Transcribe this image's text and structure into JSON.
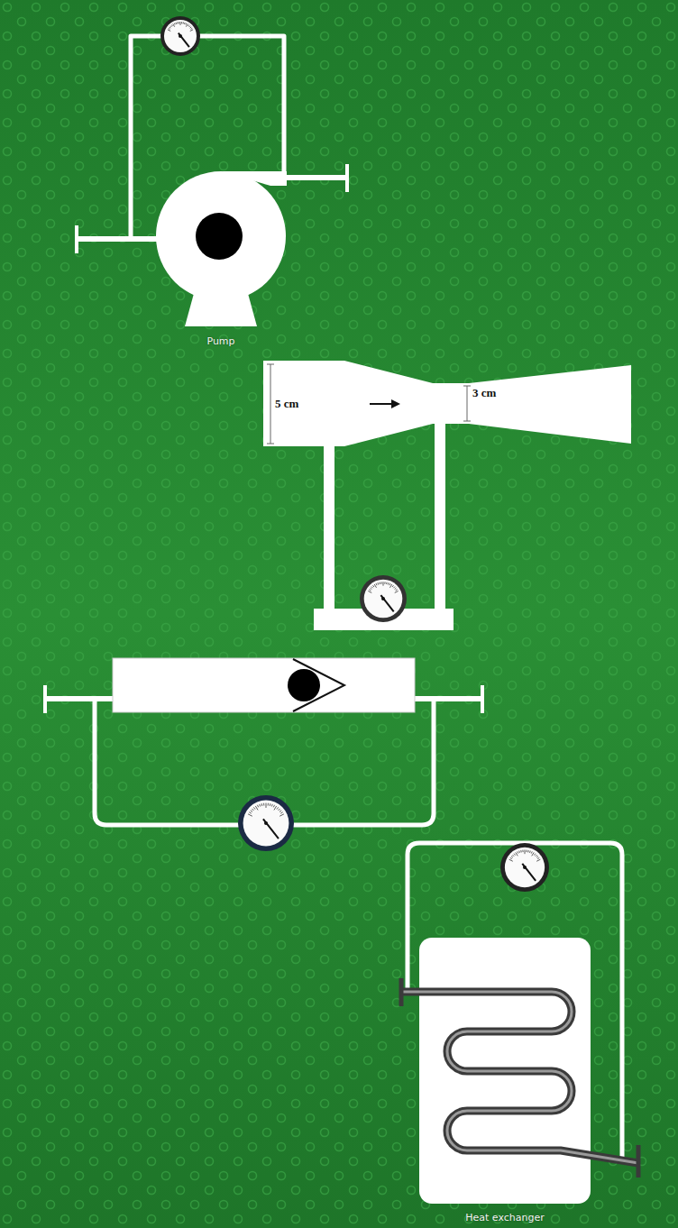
{
  "diagram": {
    "nodes": [
      {
        "text": [
          "Pump"
        ]
      },
      {
        "text": [
          "Heat exchanger"
        ]
      }
    ],
    "labels": [
      "5 cm",
      "3 cm"
    ]
  }
}
